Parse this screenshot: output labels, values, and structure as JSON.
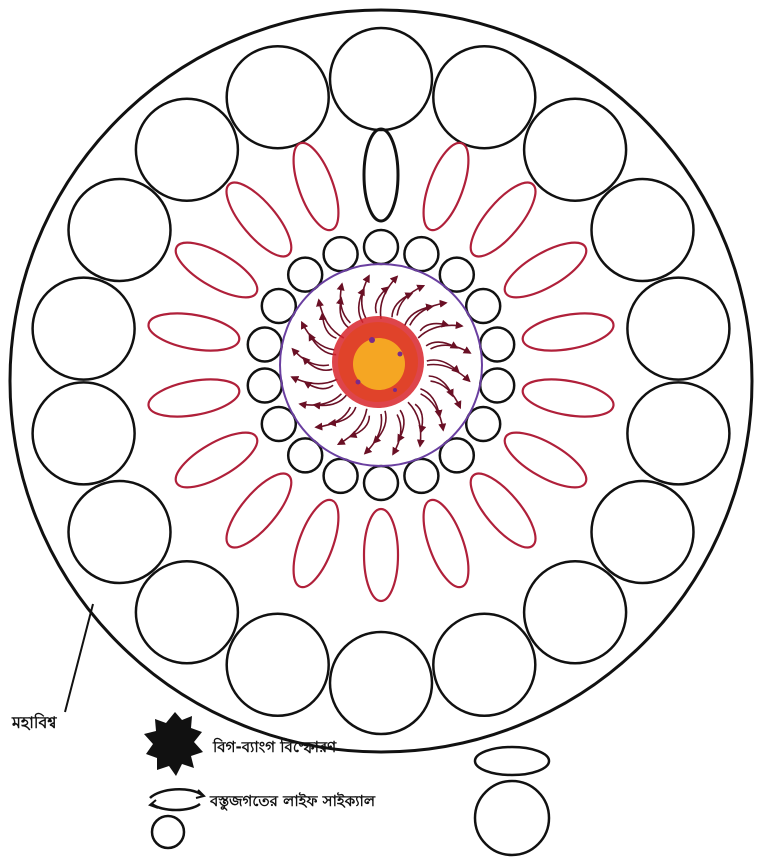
{
  "diagram": {
    "outer_label": "মহাবিশ্ব",
    "legend": {
      "big_bang": "বিগ-ব্যাংগ বিস্ফোরণ",
      "life_cycle": "বস্তুজগতের লাইফ সাইক্যাল"
    },
    "colors": {
      "outline": "#111111",
      "inner_ring": "#6a3fa0",
      "ellipse_stroke": "#b0203a",
      "arrow": "#6a1025",
      "core_red": "#d8242c",
      "core_orange": "#f5a623",
      "core_dots": "#7a2a8a"
    },
    "inner_bubble_count": 18,
    "ellipse_count": 18,
    "outer_bubble_count": 18,
    "arrow_count": 40
  }
}
